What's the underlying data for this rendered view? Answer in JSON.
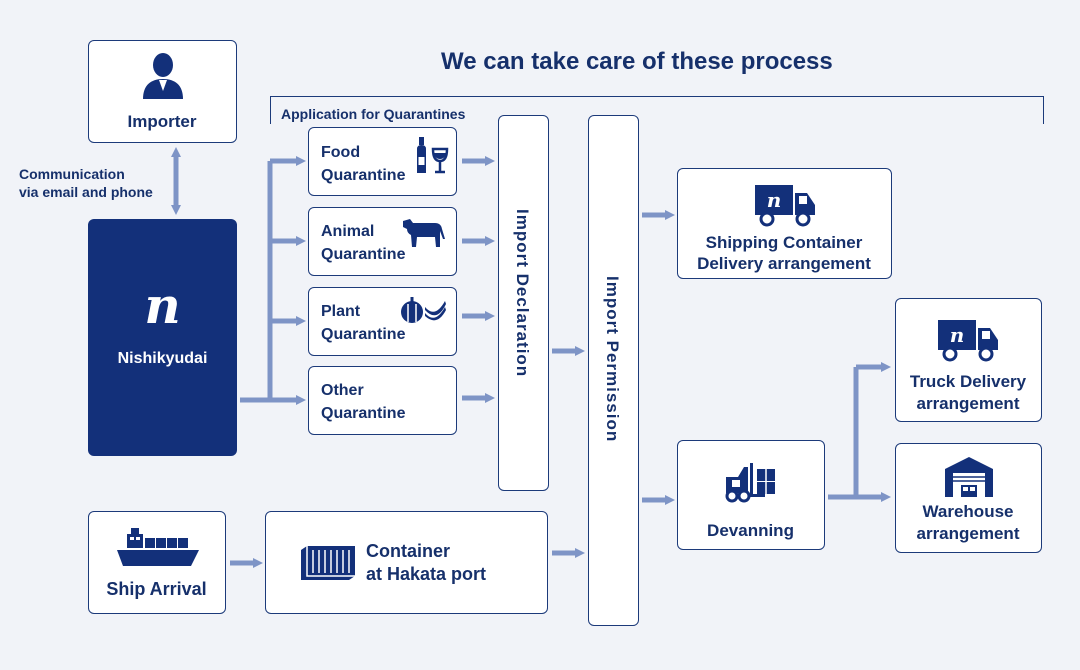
{
  "title": "We can take care of these process",
  "bracket_label": "Application for Quarantines",
  "importer": {
    "label": "Importer"
  },
  "communication": {
    "line1": "Communication",
    "line2": "via email and phone"
  },
  "nishikyudai": {
    "logo": "n",
    "label": "Nishikyudai"
  },
  "quarantines": [
    {
      "line1": "Food",
      "line2": "Quarantine"
    },
    {
      "line1": "Animal",
      "line2": "Quarantine"
    },
    {
      "line1": "Plant",
      "line2": "Quarantine"
    },
    {
      "line1": "Other",
      "line2": "Quarantine"
    }
  ],
  "import_declaration": "Import Declaration",
  "import_permission": "Import Permission",
  "shipping_container": {
    "line1": "Shipping Container",
    "line2": "Delivery arrangement"
  },
  "truck_delivery": {
    "line1": "Truck Delivery",
    "line2": "arrangement"
  },
  "warehouse": {
    "line1": "Warehouse",
    "line2": "arrangement"
  },
  "devanning": "Devanning",
  "ship_arrival": "Ship Arrival",
  "container": {
    "line1": "Container",
    "line2": "at Hakata port"
  },
  "truck_logo": "n",
  "colors": {
    "navy": "#13307a",
    "arrow": "#7e94c6",
    "bg": "#f1f3f8"
  },
  "icons": [
    "person-icon",
    "wine-bottle-glass-icon",
    "cow-icon",
    "pumpkin-banana-icon",
    "truck-icon",
    "forklift-icon",
    "warehouse-icon",
    "ship-icon",
    "container-icon"
  ]
}
